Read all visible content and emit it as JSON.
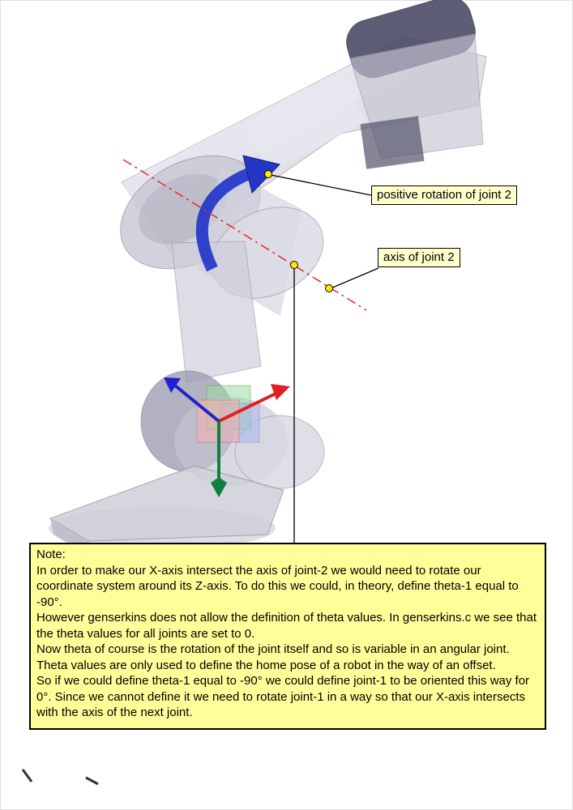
{
  "callouts": {
    "positive_rotation": {
      "text": "positive rotation of joint 2"
    },
    "axis": {
      "text": "axis of joint 2"
    }
  },
  "note": {
    "title": "Note:",
    "paragraphs": [
      "In order to make our X-axis intersect the axis of joint-2 we would need to rotate our coordinate system around its Z-axis. To do this we could, in theory,  define theta-1 equal to -90°.",
      "However genserkins does not allow the definition of theta values. In genserkins.c we see that the theta values for all joints are set to 0.",
      "Now theta of course is the rotation of the joint itself and so is variable in an angular joint. Theta values are only used to define the home pose of a robot in the way of an offset.",
      "So if we could define theta-1 equal to -90° we could define joint-1  to be oriented this way for 0°.  Since we cannot define it we need to rotate joint-1 in a way so that our X-axis intersects with the axis of the next joint."
    ]
  },
  "colors": {
    "note_background": "#ffff99",
    "callout_background": "#ffffcc",
    "rotation_arrow": "#2336c8",
    "joint_axis_line": "#e63333",
    "axis_marker": "#ffe800",
    "x_axis": "#e02020",
    "y_axis": "#108040",
    "z_axis": "#2020d0",
    "robot_body": "#d2d2de"
  },
  "icons": {
    "rotation_arrow": "curved-rotation-arrow",
    "axis_marker": "yellow-dot-marker",
    "frame_axes": "xyz-coordinate-triad"
  }
}
